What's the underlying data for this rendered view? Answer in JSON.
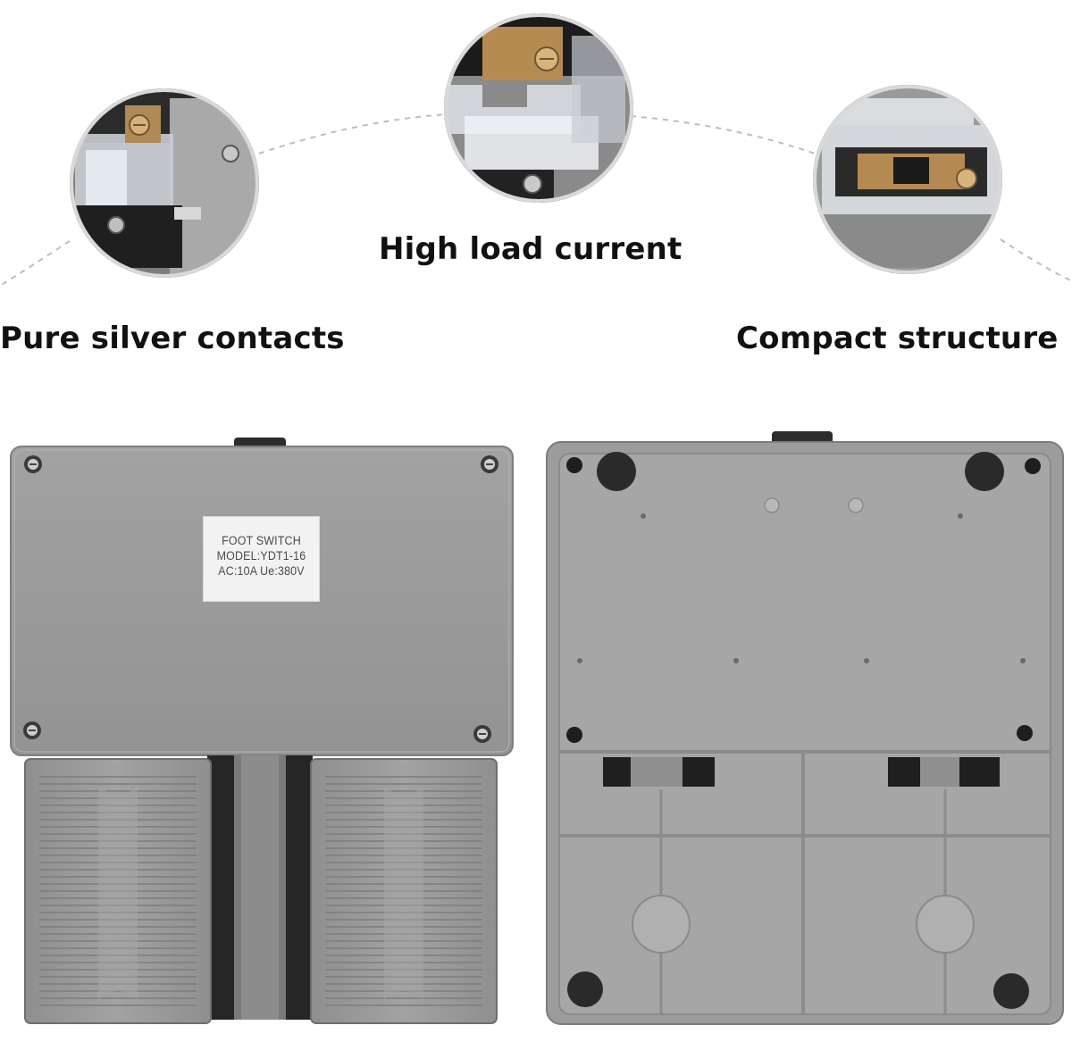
{
  "features": {
    "left": {
      "label": "Pure silver contacts"
    },
    "center": {
      "label": "High load current"
    },
    "right": {
      "label": "Compact structure"
    }
  },
  "sticker": {
    "line1": "FOOT SWITCH",
    "line2": "MODEL:YDT1-16",
    "line3": "AC:10A Ue:380V"
  },
  "colors": {
    "housing": "#9b9b9b",
    "pedal": "#999999",
    "inner": "#a3a3a3",
    "dark": "#262626",
    "caption": "#111111"
  }
}
